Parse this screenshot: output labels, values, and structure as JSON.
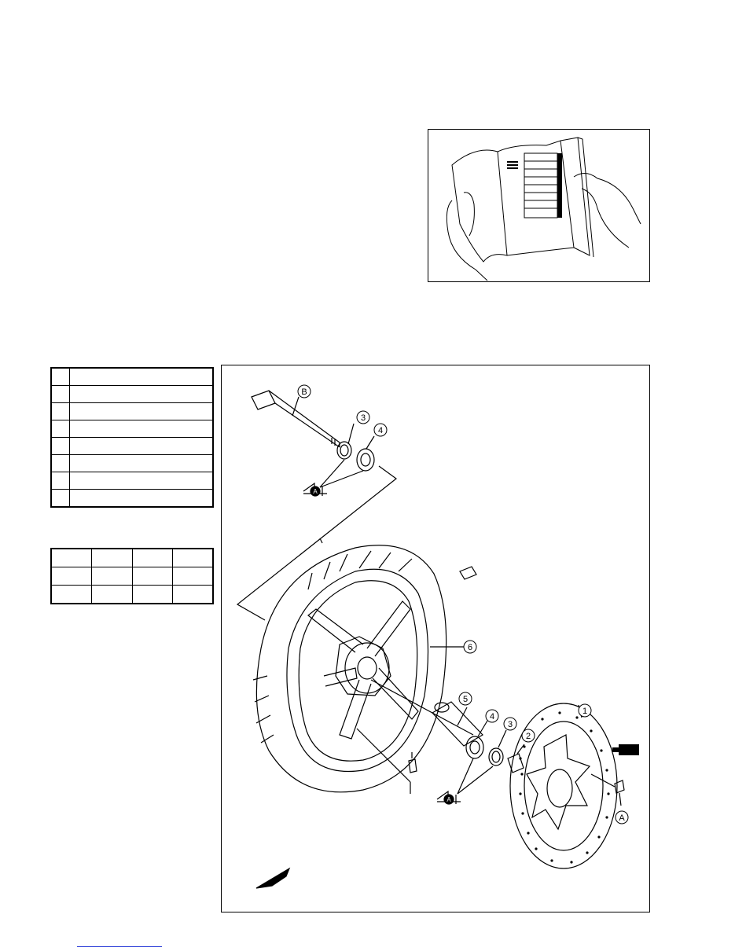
{
  "callouts": {
    "one": "1",
    "two": "2",
    "three": "3",
    "four": "4",
    "five": "5",
    "six": "6",
    "three_b": "3",
    "four_b": "4",
    "a_circle": "A",
    "b_circle": "B"
  },
  "symbols": {
    "grease_letter": "A",
    "torque_icon": "thread-lock-icon"
  },
  "parts_table": {
    "rows": 8,
    "cols": 2
  },
  "spec_table": {
    "rows": 3,
    "cols": 4
  },
  "colors": {
    "line": "#000000",
    "link": "#2a3bd8",
    "paper": "#ffffff"
  }
}
